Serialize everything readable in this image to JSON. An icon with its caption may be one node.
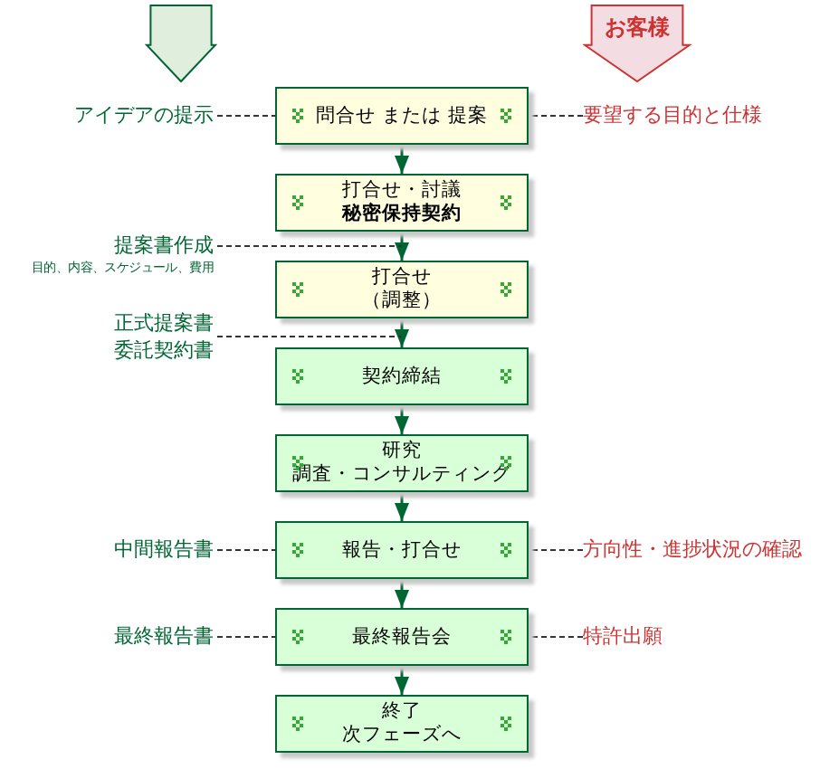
{
  "diagram": {
    "nodes": [
      {
        "text": [],
        "shape": "arrow"
      },
      {
        "text": [
          "お客様"
        ]
      },
      {
        "text": [
          "問合せ または 提案"
        ]
      },
      {
        "text": [
          "打合せ・討議",
          "**秘密保持契約**"
        ]
      },
      {
        "text": [
          "打合せ",
          "（調整）"
        ]
      },
      {
        "text": [
          "契約締結"
        ]
      },
      {
        "text": [
          "研究",
          "調査・コンサルティング"
        ]
      },
      {
        "text": [
          "報告・打合せ"
        ]
      },
      {
        "text": [
          "最終報告会"
        ]
      },
      {
        "text": [
          "終了",
          "次フェーズへ"
        ]
      },
      {
        "text": [
          "アイデアの提示"
        ]
      },
      {
        "text": [
          "要望する目的と仕様"
        ]
      },
      {
        "text": [
          "提案書作成",
          "目的、内容、スケジュール、費用"
        ]
      },
      {
        "text": [
          "正式提案書",
          "委託契約書"
        ]
      },
      {
        "text": [
          "中間報告書"
        ]
      },
      {
        "text": [
          "方向性・進捗状況の確認"
        ]
      },
      {
        "text": [
          "最終報告書"
        ]
      },
      {
        "text": [
          "特許出願"
        ]
      }
    ],
    "edges": [
      {
        "from": 2,
        "to": 3,
        "arrow": "to"
      },
      {
        "from": 3,
        "to": 4,
        "arrow": "to"
      },
      {
        "from": 4,
        "to": 5,
        "arrow": "to"
      },
      {
        "from": 5,
        "to": 6,
        "arrow": "to"
      },
      {
        "from": 6,
        "to": 7,
        "arrow": "to"
      },
      {
        "from": 7,
        "to": 8,
        "arrow": "to"
      },
      {
        "from": 8,
        "to": 9,
        "arrow": "to"
      },
      {
        "from": 10,
        "to": 2,
        "arrow": "none",
        "style": "dashed"
      },
      {
        "from": 2,
        "to": 11,
        "arrow": "none",
        "style": "dashed"
      },
      {
        "from": 12,
        "to": 3,
        "arrow": "none",
        "style": "dashed"
      },
      {
        "from": 13,
        "to": 4,
        "arrow": "none",
        "style": "dashed"
      },
      {
        "from": 14,
        "to": 7,
        "arrow": "none",
        "style": "dashed"
      },
      {
        "from": 7,
        "to": 15,
        "arrow": "none",
        "style": "dashed"
      },
      {
        "from": 16,
        "to": 8,
        "arrow": "none",
        "style": "dashed"
      },
      {
        "from": 8,
        "to": 17,
        "arrow": "none",
        "style": "dashed"
      }
    ]
  }
}
